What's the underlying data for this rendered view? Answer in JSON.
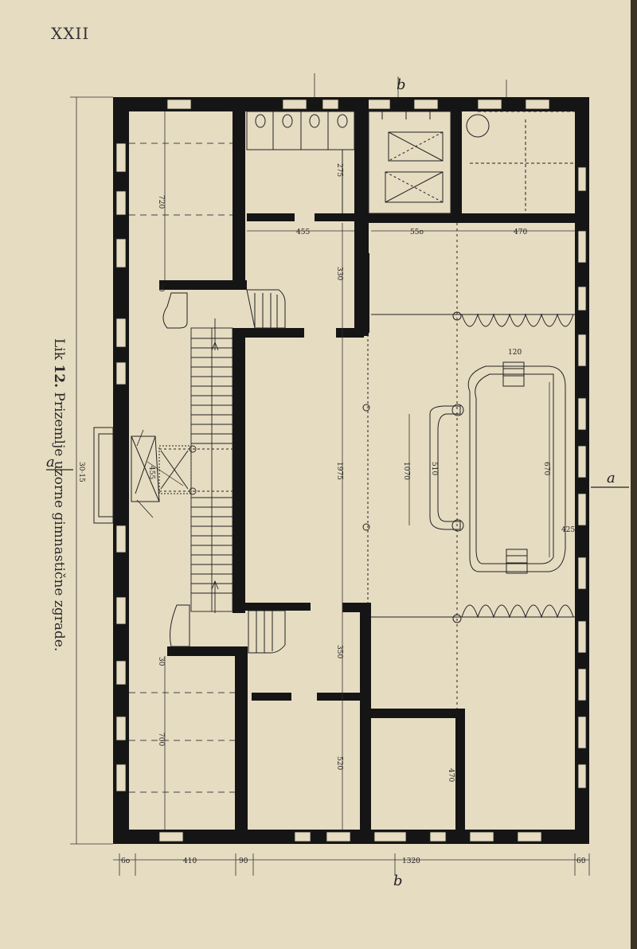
{
  "page": {
    "number": "XXII"
  },
  "caption": {
    "prefix": "Lik",
    "fig_num": "12.",
    "text": "Prizemlje uzorne gimnastične zgrade."
  },
  "dimensions": {
    "total_height": "30·15",
    "bottom_left": "6o",
    "bottom_mid": "410",
    "bottom_small": "90",
    "bottom_long": "1320",
    "bottom_right": "60",
    "top_right_a": "55o",
    "top_right_b": "470",
    "left_upper": "720",
    "left_lower": "700",
    "left_small_a": "30",
    "left_small_b": "30",
    "mid_top": "275",
    "mid_upper": "455",
    "mid_vert_a": "330",
    "mid_vert_b": "1975",
    "mid_vert_c": "350",
    "mid_vert_d": "520",
    "hall_left": "1070",
    "hall_inner": "510",
    "hall_right": "670",
    "hall_bottom_small": "425",
    "lower_right": "470",
    "stair_width": "455",
    "hall_top_small": "120"
  },
  "markers": {
    "cut_left": "a",
    "cut_right": "a",
    "axis_top": "b",
    "axis_bottom": "b"
  },
  "colors": {
    "paper": "#e6dcc2",
    "wall": "#151515",
    "ink": "#222222"
  }
}
